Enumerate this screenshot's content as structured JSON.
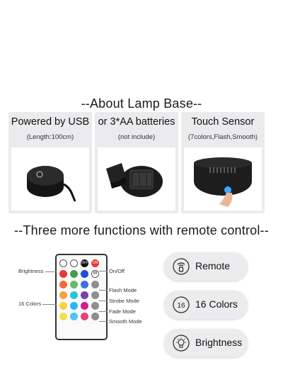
{
  "section1": {
    "title": "--About Lamp Base--",
    "cards": [
      {
        "title": "Powered by USB",
        "subtitle": "(Length:100cm)"
      },
      {
        "title": "or 3*AA batteries",
        "subtitle": "(not include)"
      },
      {
        "title": "Touch Sensor",
        "subtitle": "(7colors,Flash,Smooth)"
      }
    ]
  },
  "section2": {
    "title": "--Three more functions with remote control--"
  },
  "remote": {
    "left_labels": {
      "brightness": "Brightness",
      "colors": "16 Colors"
    },
    "right_labels": {
      "onoff": "On/Off",
      "flash": "Flash Mode",
      "strobe": "Strobe Mode",
      "fade": "Fade Mode",
      "smooth": "Smooth Mode"
    },
    "buttons_top": [
      "",
      "",
      "OFF",
      "ON"
    ],
    "w_label": "W",
    "colors": [
      "#e53935",
      "#43a047",
      "#1e4fd8",
      "#ffffff",
      "#ef6c3a",
      "#66bb6a",
      "#3f6fe0",
      "#8e8e8e",
      "#f4a340",
      "#26c6da",
      "#7b3fb0",
      "#8e8e8e",
      "#f7d23b",
      "#29b6f6",
      "#d81b8a",
      "#8e8e8e",
      "#f4e04d",
      "#4fc3f7",
      "#ec407a",
      "#8e8e8e"
    ]
  },
  "features": [
    {
      "label": "Remote",
      "icon": "remote-icon"
    },
    {
      "label": "16 Colors",
      "icon": "sixteen-badge-icon",
      "badge": "16"
    },
    {
      "label": "Brightness",
      "icon": "bulb-icon"
    }
  ]
}
